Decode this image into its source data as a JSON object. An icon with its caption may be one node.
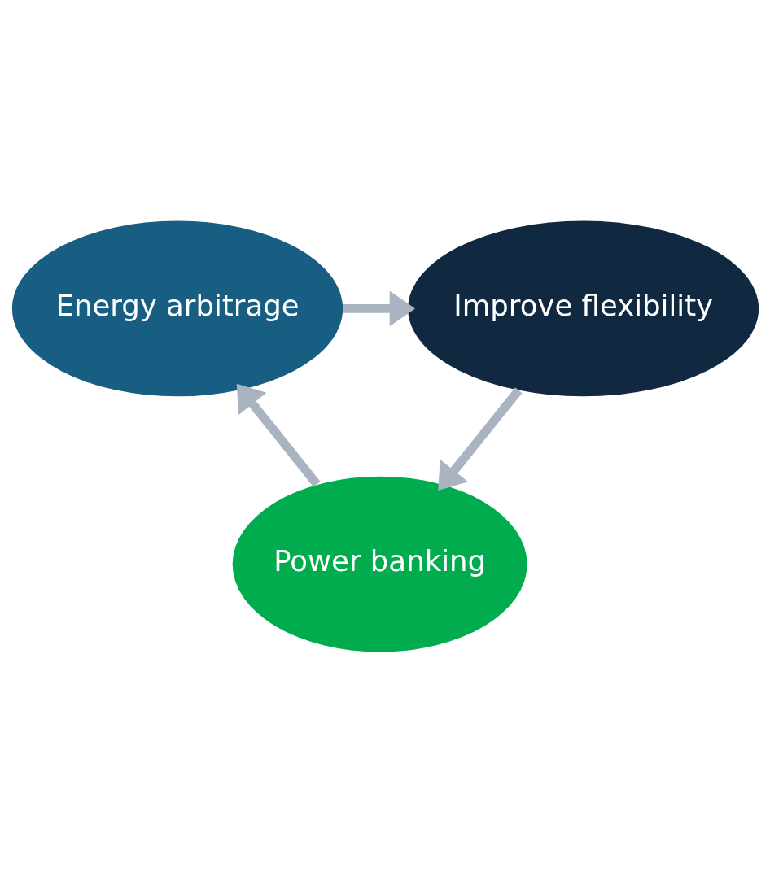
{
  "diagram": {
    "nodes": [
      {
        "text": [
          "Energy arbitrage"
        ]
      },
      {
        "text": [
          "Improve flexibility"
        ]
      },
      {
        "text": [
          "Power banking"
        ]
      }
    ],
    "edges": [
      {
        "from": 0,
        "to": 1,
        "arrow": "to"
      },
      {
        "from": 1,
        "to": 2,
        "arrow": "to"
      },
      {
        "from": 2,
        "to": 0,
        "arrow": "to"
      }
    ]
  }
}
